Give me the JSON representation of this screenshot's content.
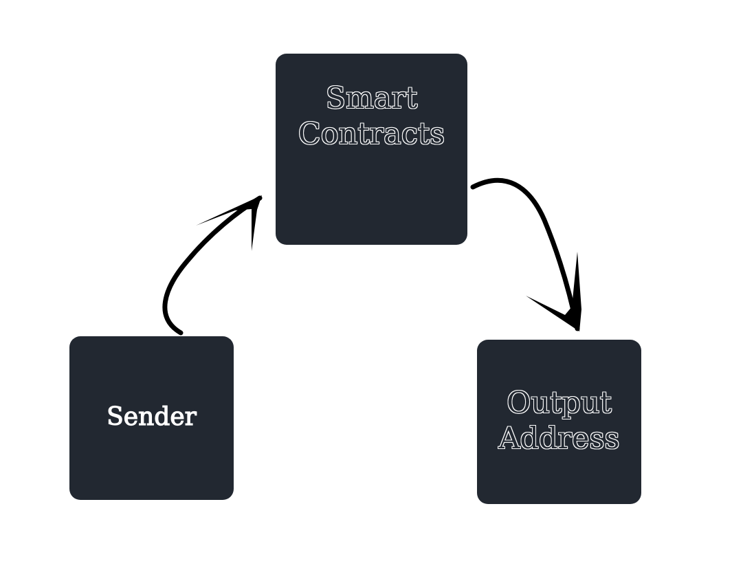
{
  "diagram": {
    "nodes": [
      {
        "id": "smart-contracts",
        "lines": [
          "Smart",
          "Contracts"
        ]
      },
      {
        "id": "sender",
        "lines": [
          "Sender"
        ]
      },
      {
        "id": "output-address",
        "lines": [
          "Output",
          "Address"
        ]
      }
    ],
    "edges": [
      {
        "from": "sender",
        "to": "smart-contracts"
      },
      {
        "from": "smart-contracts",
        "to": "output-address"
      }
    ],
    "colors": {
      "node_fill": "#222831",
      "node_text": "#ffffff",
      "arrow": "#000000",
      "background": "#ffffff"
    }
  }
}
